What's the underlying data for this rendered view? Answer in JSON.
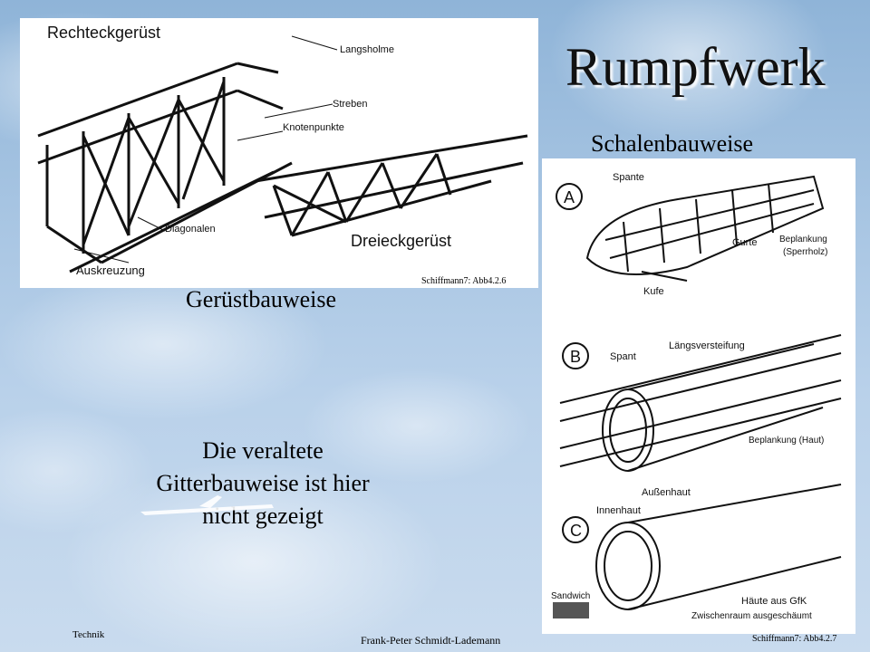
{
  "title": "Rumpfwerk",
  "left_figure": {
    "labels": {
      "rechteck": "Rechteckgerüst",
      "langsholme": "Langsholme",
      "streben": "Streben",
      "knoten": "Knotenpunkte",
      "diagonalen": "Diagonalen",
      "auskreuzung": "Auskreuzung",
      "dreieck": "Dreieckgerüst"
    },
    "caption": "Schiffmann7: Abb4.2.6"
  },
  "right_figure": {
    "labels": {
      "a": "A",
      "spante": "Spante",
      "beplankung_a": "Beplankung",
      "sperrholz": "(Sperrholz)",
      "gurte": "Gurte",
      "kufe": "Kufe",
      "b": "B",
      "spant": "Spant",
      "laengs": "Längsversteifung",
      "beplankung_b": "Beplankung (Haut)",
      "c": "C",
      "aussenhaut": "Außenhaut",
      "innenhaut": "Innenhaut",
      "sandwich": "Sandwich",
      "haeute": "Häute aus GfK",
      "zwischenraum": "Zwischenraum ausgeschäumt"
    },
    "caption": "Schiffmann7: Abb4.2.7"
  },
  "subtitles": {
    "schalen": "Schalenbauweise",
    "geruest": "Gerüstbauweise"
  },
  "note": {
    "line1": "Die veraltete",
    "line2": "Gitterbauweise ist hier",
    "line3": "nicht gezeigt"
  },
  "footer": {
    "left": "Technik",
    "center": "Frank-Peter Schmidt-Lademann"
  }
}
